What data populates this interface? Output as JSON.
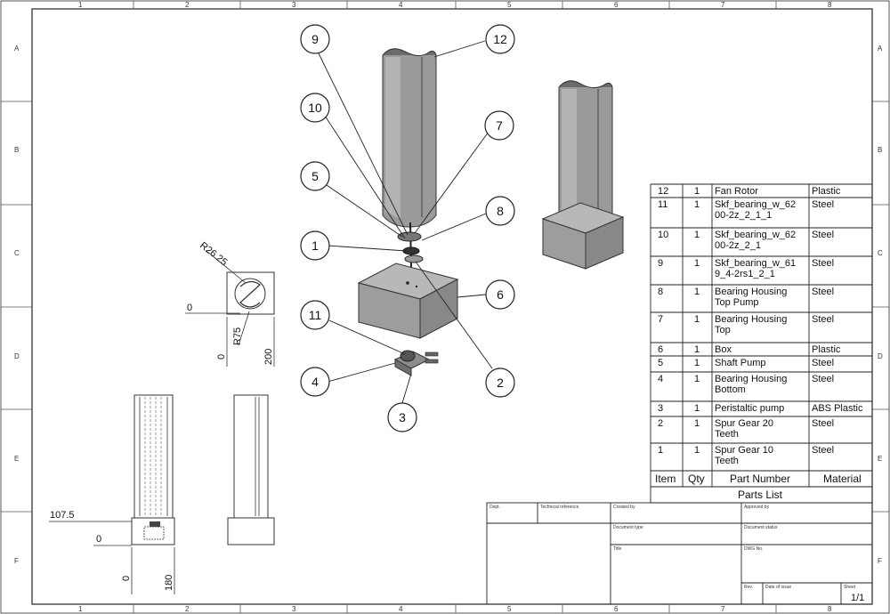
{
  "zones": {
    "cols": [
      "1",
      "2",
      "3",
      "4",
      "5",
      "6",
      "7",
      "8"
    ],
    "rows": [
      "A",
      "B",
      "C",
      "D",
      "E",
      "F"
    ]
  },
  "dimensions": {
    "top_radius": "R26.25",
    "top_zero": "0",
    "top_r75": "R75",
    "top_zero_vertical": "0",
    "top_200": "200",
    "front_107": "107.5",
    "front_zero": "0",
    "front_zero_vertical": "0",
    "front_180": "180"
  },
  "callouts": [
    "9",
    "12",
    "10",
    "7",
    "5",
    "8",
    "1",
    "6",
    "11",
    "2",
    "4",
    "3"
  ],
  "parts_list": {
    "title": "Parts List",
    "headers": {
      "item": "Item",
      "qty": "Qty",
      "part": "Part Number",
      "material": "Material"
    },
    "rows": [
      {
        "item": "12",
        "qty": "1",
        "part": [
          "Fan Rotor"
        ],
        "material": "Plastic"
      },
      {
        "item": "11",
        "qty": "1",
        "part": [
          "Skf_bearing_w_62",
          "00-2z_2_1_1"
        ],
        "material": "Steel"
      },
      {
        "item": "10",
        "qty": "1",
        "part": [
          "Skf_bearing_w_62",
          "00-2z_2_1"
        ],
        "material": "Steel"
      },
      {
        "item": "9",
        "qty": "1",
        "part": [
          "Skf_bearing_w_61",
          "9_4-2rs1_2_1"
        ],
        "material": "Steel"
      },
      {
        "item": "8",
        "qty": "1",
        "part": [
          "Bearing Housing",
          "Top Pump"
        ],
        "material": "Steel"
      },
      {
        "item": "7",
        "qty": "1",
        "part": [
          "Bearing Housing",
          "Top"
        ],
        "material": "Steel"
      },
      {
        "item": "6",
        "qty": "1",
        "part": [
          "Box"
        ],
        "material": "Plastic"
      },
      {
        "item": "5",
        "qty": "1",
        "part": [
          "Shaft Pump"
        ],
        "material": "Steel"
      },
      {
        "item": "4",
        "qty": "1",
        "part": [
          "Bearing Housing",
          "Bottom"
        ],
        "material": "Steel"
      },
      {
        "item": "3",
        "qty": "1",
        "part": [
          "Peristaltic pump"
        ],
        "material": "ABS Plastic"
      },
      {
        "item": "2",
        "qty": "1",
        "part": [
          "Spur Gear 20",
          "Teeth"
        ],
        "material": "Steel"
      },
      {
        "item": "1",
        "qty": "1",
        "part": [
          "Spur Gear 10",
          "Teeth"
        ],
        "material": "Steel"
      }
    ]
  },
  "title_block": {
    "dept": "Dept.",
    "tech_ref": "Technical reference",
    "created_by": "Created by",
    "approved_by": "Approved by",
    "doc_type": "Document type",
    "doc_status": "Document status",
    "title": "Title",
    "dwg_no": "DWG No.",
    "rev": "Rev.",
    "date_of_issue": "Date of issue",
    "sheet": "Sheet",
    "sheet_value": "1/1"
  }
}
